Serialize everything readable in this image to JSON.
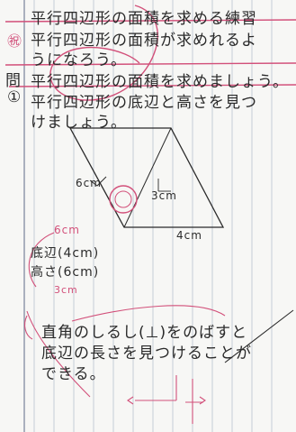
{
  "notebook": {
    "topic_lines": [
      "平行四辺形の面積を求める練習",
      "平行四辺形の面積が求めれるよ",
      "うになろう。"
    ],
    "margin_marks": [
      "㊗",
      "問",
      "①"
    ],
    "question_lines": [
      "平行四辺形の面積を求めましょう。",
      "平行四辺形の底辺と高さを見つ",
      "けましょう。"
    ],
    "figure_labels": {
      "slant": "6cm",
      "height": "3cm",
      "base": "4cm"
    },
    "notes": {
      "pink_length": "6cm",
      "base_note": "底辺(4cm)",
      "height_note": "高さ(6cm)",
      "small_pink": "3cm"
    },
    "bottom_lines": [
      "直角のしるし(⊥)をのばすと",
      "底辺の長さを見つけることが",
      "できる。"
    ],
    "ink": {
      "pencil": "#2a2a2a",
      "pink": "#d2507a",
      "rule": "#9aa6b8"
    }
  }
}
